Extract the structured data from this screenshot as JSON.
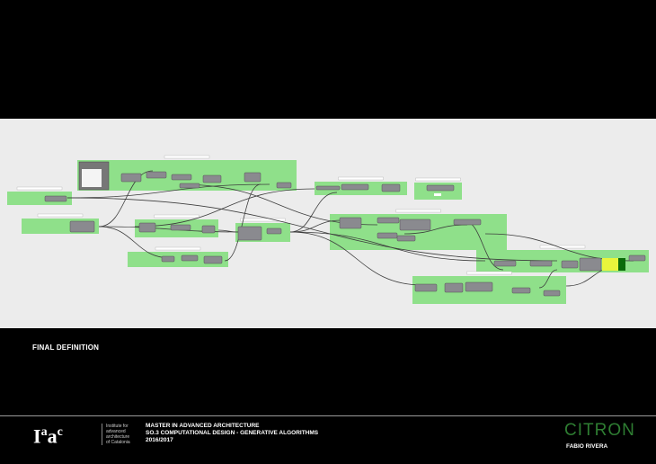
{
  "slide": {
    "caption": "FINAL DEFINITION",
    "institution_logo": "Iaac",
    "institution_name": [
      "Institute for",
      "advanced",
      "architecture",
      "of Catalonia"
    ],
    "course": [
      "MASTER IN ADVANCED ARCHITECTURE",
      "SO.3 COMPUTATIONAL DESIGN - GENERATIVE ALGORITHMS",
      "2016/2017"
    ],
    "project_logo": "CITRON",
    "author": "FABIO RIVERA"
  },
  "colors": {
    "background": "#000000",
    "canvas": "#ececec",
    "group": "#8fe08a",
    "node": "#8a8a8f",
    "wire": "#3d3d3d",
    "brand": "#2e7d32"
  }
}
